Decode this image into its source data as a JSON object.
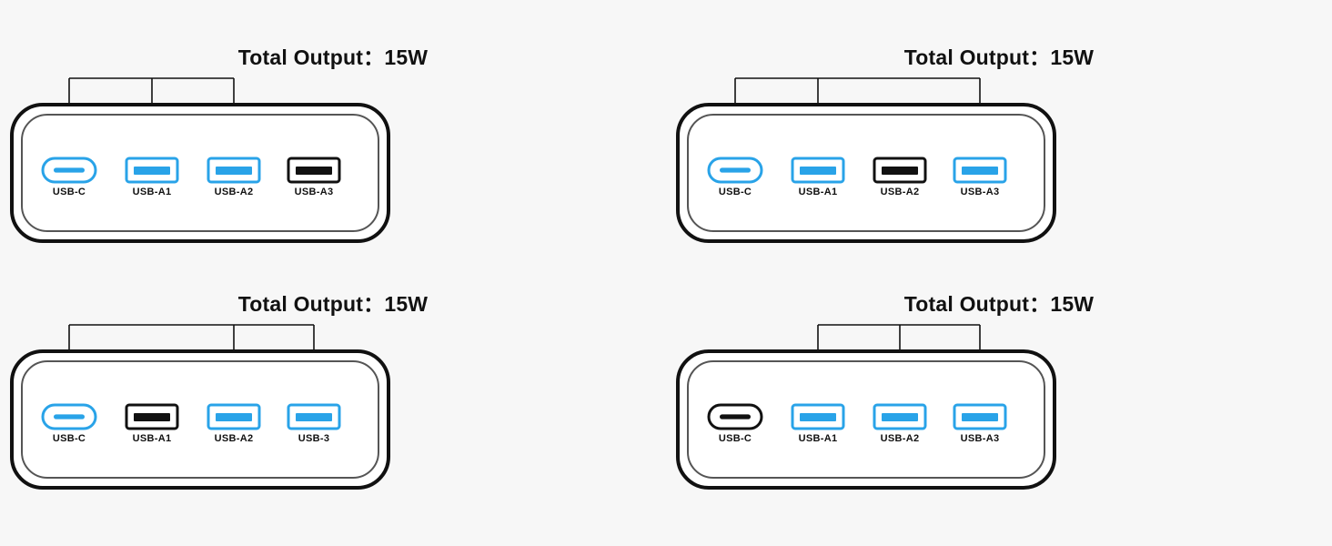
{
  "background_color": "#f7f7f7",
  "colors": {
    "active_blue": "#29a3e8",
    "inactive_black": "#111111",
    "body_outline": "#111111",
    "body_inner_outline": "#555555",
    "connector_line": "#111111",
    "text": "#111111"
  },
  "panels": [
    {
      "id": "panel-top-left",
      "title": "Total Output：15W",
      "ports": [
        {
          "label": "USB-C",
          "type": "usb-c",
          "state": "active",
          "connected": true
        },
        {
          "label": "USB-A1",
          "type": "usb-a",
          "state": "active",
          "connected": true
        },
        {
          "label": "USB-A2",
          "type": "usb-a",
          "state": "active",
          "connected": true
        },
        {
          "label": "USB-A3",
          "type": "usb-a",
          "state": "inactive",
          "connected": false
        }
      ]
    },
    {
      "id": "panel-top-right",
      "title": "Total Output：15W",
      "ports": [
        {
          "label": "USB-C",
          "type": "usb-c",
          "state": "active",
          "connected": true
        },
        {
          "label": "USB-A1",
          "type": "usb-a",
          "state": "active",
          "connected": true
        },
        {
          "label": "USB-A2",
          "type": "usb-a",
          "state": "inactive",
          "connected": false
        },
        {
          "label": "USB-A3",
          "type": "usb-a",
          "state": "active",
          "connected": true
        }
      ]
    },
    {
      "id": "panel-bottom-left",
      "title": "Total Output：15W",
      "ports": [
        {
          "label": "USB-C",
          "type": "usb-c",
          "state": "active",
          "connected": true
        },
        {
          "label": "USB-A1",
          "type": "usb-a",
          "state": "inactive",
          "connected": false
        },
        {
          "label": "USB-A2",
          "type": "usb-a",
          "state": "active",
          "connected": true
        },
        {
          "label": "USB-3",
          "type": "usb-a",
          "state": "active",
          "connected": true
        }
      ]
    },
    {
      "id": "panel-bottom-right",
      "title": "Total Output：15W",
      "ports": [
        {
          "label": "USB-C",
          "type": "usb-c",
          "state": "inactive",
          "connected": false
        },
        {
          "label": "USB-A1",
          "type": "usb-a",
          "state": "active",
          "connected": true
        },
        {
          "label": "USB-A2",
          "type": "usb-a",
          "state": "active",
          "connected": true
        },
        {
          "label": "USB-A3",
          "type": "usb-a",
          "state": "active",
          "connected": true
        }
      ]
    }
  ]
}
